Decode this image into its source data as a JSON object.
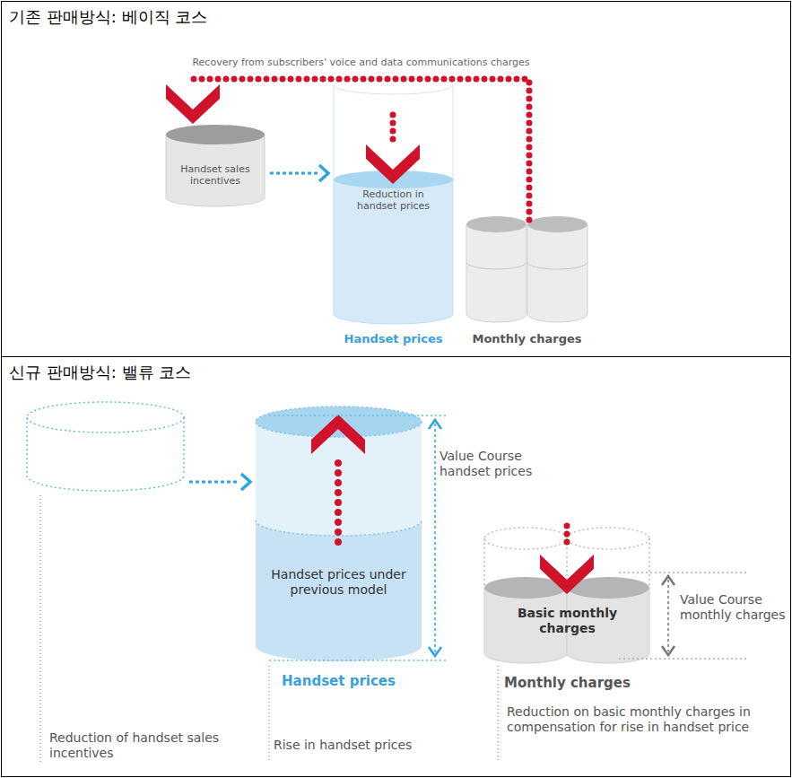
{
  "diagram": {
    "nodes": [
      {
        "text": [
          "기존 판매방식: 베이직 코스"
        ]
      },
      {
        "text": [
          "Handset sales incentives"
        ],
        "in": 0
      },
      {
        "text": [
          "Reduction in handset prices",
          "Handset prices"
        ],
        "in": 0
      },
      {
        "text": [
          "Monthly charges"
        ],
        "in": 0
      },
      {
        "text": [
          "신규 판매방식: 밸류 코스"
        ]
      },
      {
        "text": [
          "Reduction of handset sales incentives"
        ],
        "in": 4
      },
      {
        "text": [
          "Handset prices under previous model",
          "Handset prices",
          "Rise in handset prices"
        ],
        "in": 4
      },
      {
        "text": [
          "Basic monthly charges",
          "Monthly charges",
          "Reduction on basic monthly charges in compensation for rise in handset price"
        ],
        "in": 4
      }
    ],
    "edges": [
      {
        "from": 1,
        "to": 2,
        "arrow": "to"
      },
      {
        "from": 3,
        "to": 1,
        "arrow": "to",
        "label": "Recovery from subscribers' voice and data communications charges"
      },
      {
        "from": 5,
        "to": 6,
        "arrow": "to"
      }
    ],
    "labels": [
      "Value Course handset prices",
      "Value Course monthly charges"
    ]
  }
}
